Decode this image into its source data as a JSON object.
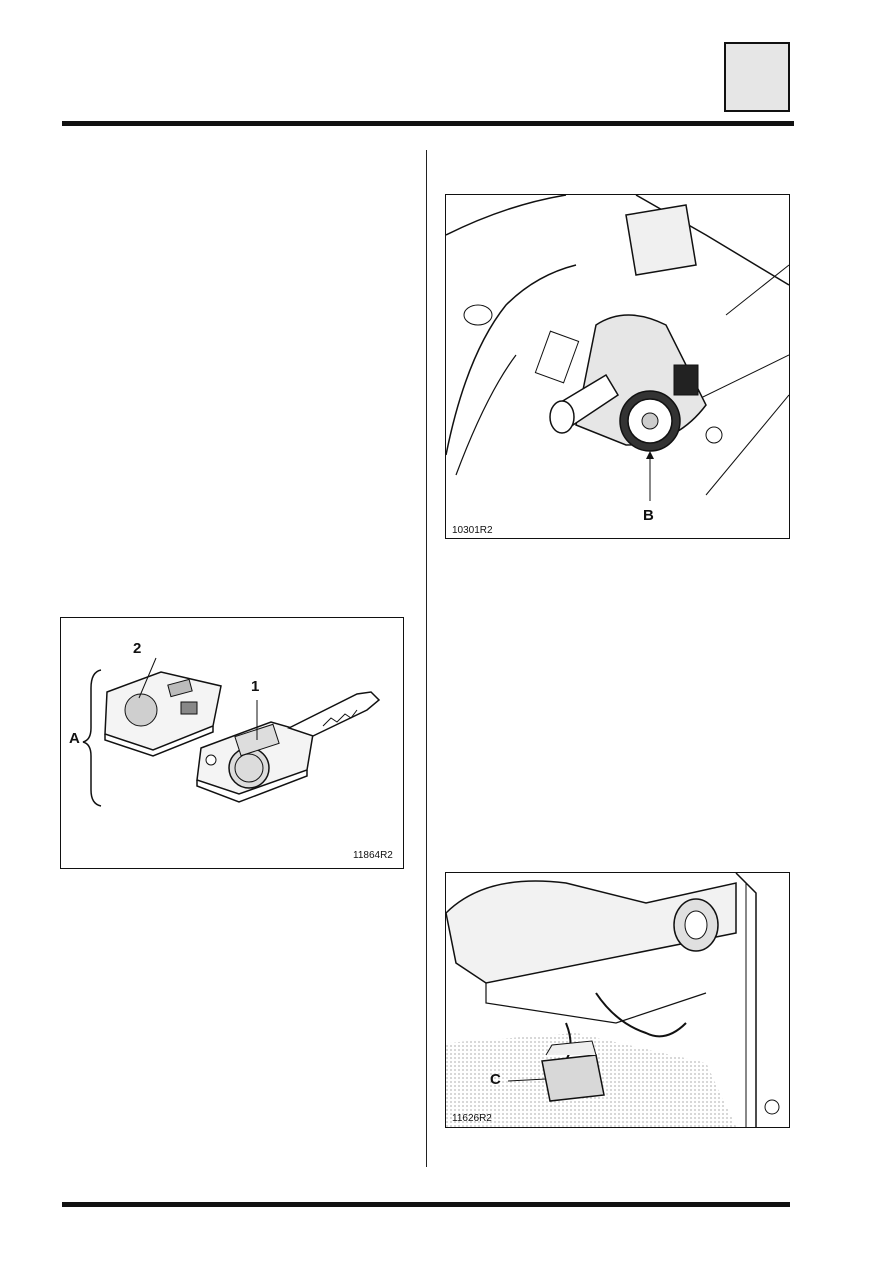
{
  "figures": [
    {
      "ref": "11864R2",
      "callouts": [
        "2",
        "1",
        "A"
      ]
    },
    {
      "ref": "10301R2",
      "callouts": [
        "B"
      ]
    },
    {
      "ref": "11626R2",
      "callouts": [
        "C"
      ]
    }
  ]
}
